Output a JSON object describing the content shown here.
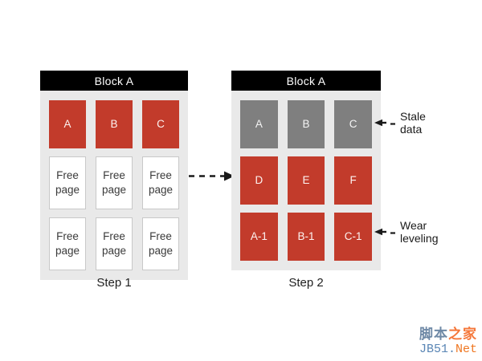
{
  "blocks": [
    {
      "title": "Block A",
      "caption": "Step 1",
      "cells": [
        {
          "label": "A",
          "state": "used"
        },
        {
          "label": "B",
          "state": "used"
        },
        {
          "label": "C",
          "state": "used"
        },
        {
          "label": "Free page",
          "state": "free"
        },
        {
          "label": "Free page",
          "state": "free"
        },
        {
          "label": "Free page",
          "state": "free"
        },
        {
          "label": "Free page",
          "state": "free"
        },
        {
          "label": "Free page",
          "state": "free"
        },
        {
          "label": "Free page",
          "state": "free"
        }
      ]
    },
    {
      "title": "Block A",
      "caption": "Step 2",
      "cells": [
        {
          "label": "A",
          "state": "stale"
        },
        {
          "label": "B",
          "state": "stale"
        },
        {
          "label": "C",
          "state": "stale"
        },
        {
          "label": "D",
          "state": "used"
        },
        {
          "label": "E",
          "state": "used"
        },
        {
          "label": "F",
          "state": "used"
        },
        {
          "label": "A-1",
          "state": "used"
        },
        {
          "label": "B-1",
          "state": "used"
        },
        {
          "label": "C-1",
          "state": "used"
        }
      ]
    }
  ],
  "annotations": [
    {
      "line1": "Stale",
      "line2": "data",
      "points_at": "C"
    },
    {
      "line1": "Wear",
      "line2": "leveling",
      "points_at": "C-1"
    }
  ],
  "watermark": {
    "line1_part1": "脚本",
    "line1_part2": "之家",
    "line2_part1": "JB51.",
    "line2_part2": "Net"
  },
  "colors": {
    "header-bg": "#000000",
    "body-bg": "#e9e9e9",
    "cell-red": "#c23b2b",
    "cell-gray": "#7f7f7f",
    "free-border": "#c8c8c8",
    "wm-blue": "#6e89a6",
    "wm-orange": "#f5773a",
    "wm-jb-blue": "#5a86b5",
    "wm-jb-orange": "#ef7721"
  }
}
